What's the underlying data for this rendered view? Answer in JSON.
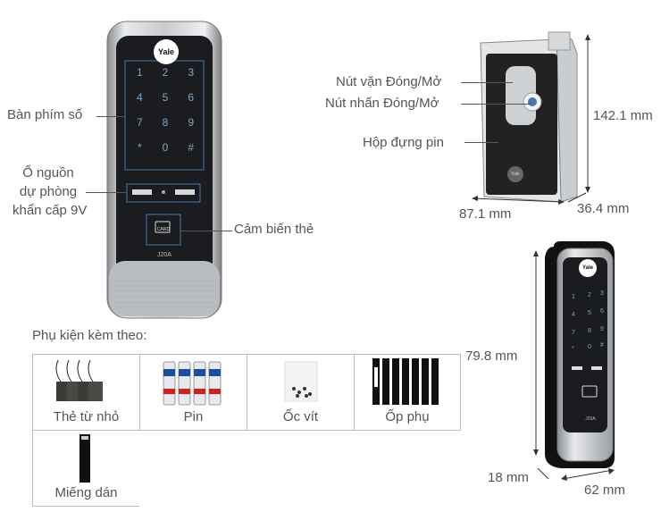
{
  "main_lock": {
    "brand": "Yale",
    "model": "J20A",
    "card_label": "CARD",
    "keys": [
      "1",
      "2",
      "3",
      "4",
      "5",
      "6",
      "7",
      "8",
      "9",
      "*",
      "0",
      "#"
    ]
  },
  "callouts": {
    "keypad": "Bàn phím số",
    "backup_power_line1": "Ổ nguồn",
    "backup_power_line2": "dự phòng",
    "backup_power_line3": "khẩn cấp 9V",
    "card_sensor": "Cảm biến thẻ",
    "knob": "Nút vặn Đóng/Mở",
    "button": "Nút nhấn Đóng/Mở",
    "battery_box": "Hộp đựng pin"
  },
  "dimensions": {
    "back_height": "142.1 mm",
    "back_width": "87.1 mm",
    "back_depth": "36.4 mm",
    "front_height": "79.8 mm",
    "front_depth": "18 mm",
    "front_width": "62 mm"
  },
  "back_unit": {
    "brand": "Yale"
  },
  "side_unit": {
    "brand": "Yale",
    "model": "J20A"
  },
  "accessories": {
    "heading": "Phụ kiện kèm theo:",
    "items": [
      {
        "label": "Thẻ từ nhỏ",
        "icon": "key-tag-icon"
      },
      {
        "label": "Pin",
        "icon": "battery-icon"
      },
      {
        "label": "Ốc vít",
        "icon": "screws-icon"
      },
      {
        "label": "Ốp phụ",
        "icon": "cover-plate-icon"
      },
      {
        "label": "Miếng dán",
        "icon": "adhesive-pad-icon"
      }
    ]
  }
}
